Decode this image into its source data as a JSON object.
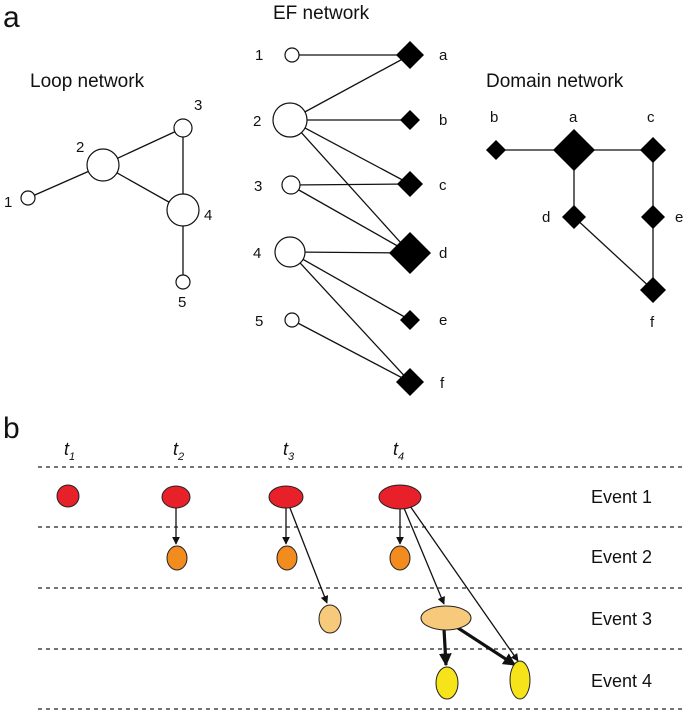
{
  "panels": {
    "a": "a",
    "b": "b"
  },
  "titles": {
    "loop": "Loop network",
    "ef": "EF network",
    "domain": "Domain network"
  },
  "loop_nodes": [
    "1",
    "2",
    "3",
    "4",
    "5"
  ],
  "ef_left": [
    "1",
    "2",
    "3",
    "4",
    "5"
  ],
  "ef_right": [
    "a",
    "b",
    "c",
    "d",
    "e",
    "f"
  ],
  "domain_nodes": [
    "a",
    "b",
    "c",
    "d",
    "e",
    "f"
  ],
  "times": [
    {
      "t": "t",
      "sub": "1"
    },
    {
      "t": "t",
      "sub": "2"
    },
    {
      "t": "t",
      "sub": "3"
    },
    {
      "t": "t",
      "sub": "4"
    }
  ],
  "events": [
    "Event 1",
    "Event 2",
    "Event 3",
    "Event 4"
  ],
  "colors": {
    "event1": "#e8202a",
    "event2": "#f28c1e",
    "event3": "#f7c97a",
    "event4": "#f7e31a"
  }
}
